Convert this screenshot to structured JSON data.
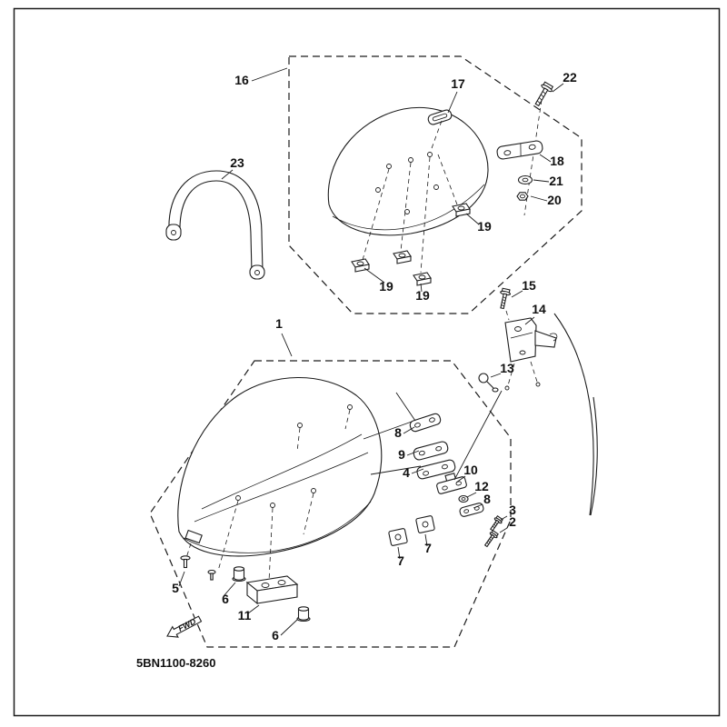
{
  "page": {
    "background_color": "#ffffff",
    "line_color": "#1c1c1c"
  },
  "diagram": {
    "code": "5BN1100-8260",
    "fwd_label": "FWD",
    "callouts": {
      "c1": "1",
      "c2": "2",
      "c3": "3",
      "c4": "4",
      "c5": "5",
      "c6a": "6",
      "c6b": "6",
      "c7a": "7",
      "c7b": "7",
      "c8a": "8",
      "c8b": "8",
      "c9": "9",
      "c10": "10",
      "c11": "11",
      "c12": "12",
      "c13": "13",
      "c14": "14",
      "c15": "15",
      "c16": "16",
      "c17": "17",
      "c18": "18",
      "c19a": "19",
      "c19b": "19",
      "c19c": "19",
      "c20": "20",
      "c21": "21",
      "c22": "22",
      "c23": "23"
    }
  }
}
